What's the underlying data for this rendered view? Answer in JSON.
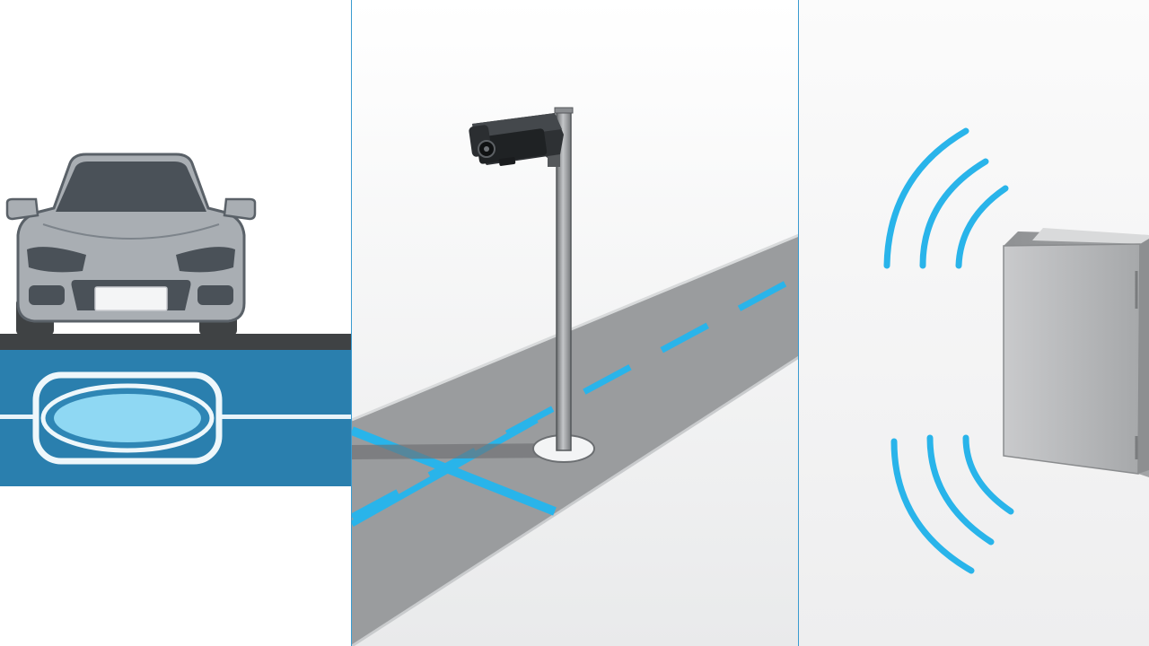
{
  "colors": {
    "accent_blue": "#29b4ea",
    "dark_blue": "#2a7fae",
    "light_blue": "#8fd8f3",
    "road_grey": "#9a9c9e",
    "asphalt": "#3f4244",
    "car_body": "#a9aeb3",
    "car_dark": "#4a5158",
    "divider": "#3a9bd0",
    "cabinet": "#b2b4b6"
  },
  "panels": [
    {
      "id": "inductive-loop-panel",
      "icon": "vehicle-over-loop-detector"
    },
    {
      "id": "roadside-camera-panel",
      "icon": "pole-mounted-camera"
    },
    {
      "id": "wireless-sensor-panel",
      "icon": "radio-waves-cabinet"
    }
  ]
}
